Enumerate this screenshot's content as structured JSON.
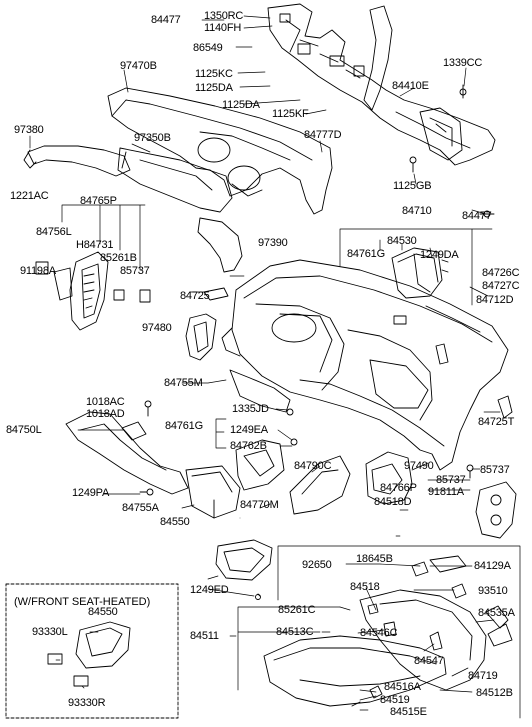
{
  "labels": {
    "p84477a": "84477",
    "p1350RC": "1350RC",
    "p1140FH": "1140FH",
    "p86549": "86549",
    "p97470B": "97470B",
    "p1125KC": "1125KC",
    "p1125DA_a": "1125DA",
    "p1125DA_b": "1125DA",
    "p1125KF": "1125KF",
    "p1339CC": "1339CC",
    "p84410E": "84410E",
    "p97380": "97380",
    "p97350B": "97350B",
    "p84777D": "84777D",
    "p1221AC": "1221AC",
    "p1125GB": "1125GB",
    "p84765P": "84765P",
    "p84477b": "84477",
    "p84710": "84710",
    "p84756L": "84756L",
    "pH84731": "H84731",
    "p85261B": "85261B",
    "p85737a": "85737",
    "p91198A": "91198A",
    "p97390": "97390",
    "p84530": "84530",
    "p84761G_a": "84761G",
    "p1249DA": "1249DA",
    "p84726C": "84726C",
    "p84727C": "84727C",
    "p84725": "84725",
    "p84712D": "84712D",
    "p97480": "97480",
    "p84755M": "84755M",
    "p1018AC": "1018AC",
    "p1018AD": "1018AD",
    "p84750L": "84750L",
    "p1335JD": "1335JD",
    "p84761G_b": "84761G",
    "p1249EA": "1249EA",
    "p84762B": "84762B",
    "p84725T": "84725T",
    "p84790C": "84790C",
    "p85737b": "85737",
    "p1249PA": "1249PA",
    "p84755A": "84755A",
    "p84770M": "84770M",
    "p97490": "97490",
    "p85737c": "85737",
    "p84766P": "84766P",
    "p91811A": "91811A",
    "p84518D": "84518D",
    "p84550a": "84550",
    "p92650": "92650",
    "p18645B": "18645B",
    "p84129A": "84129A",
    "p1249ED": "1249ED",
    "p84518": "84518",
    "p93510": "93510",
    "p84535A": "84535A",
    "p84546C": "84546C",
    "p84550b": "84550",
    "p85261C": "85261C",
    "p84513C": "84513C",
    "p84511": "84511",
    "p84547": "84547",
    "p84719": "84719",
    "p93330L": "93330L",
    "p93330R": "93330R",
    "p84516A": "84516A",
    "p84512B": "84512B",
    "p84519": "84519",
    "p84515E": "84515E"
  },
  "inset": {
    "title": "(W/FRONT SEAT-HEATED)"
  }
}
